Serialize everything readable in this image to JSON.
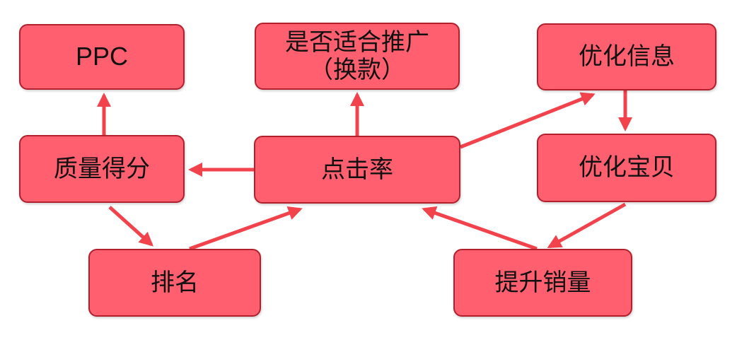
{
  "diagram": {
    "colors": {
      "node_fill": "#ff5f6e",
      "node_border": "#b3202d",
      "arrow": "#f2434c",
      "text": "#111111"
    },
    "nodes": {
      "ppc": "PPC",
      "suit_promote": "是否适合推广\n（换款）",
      "optimize_info": "优化信息",
      "quality_score": "质量得分",
      "ctr": "点击率",
      "optimize_item": "优化宝贝",
      "ranking": "排名",
      "boost_sales": "提升销量"
    },
    "edges": [
      {
        "from": "quality_score",
        "to": "ppc"
      },
      {
        "from": "ctr",
        "to": "suit_promote"
      },
      {
        "from": "ctr",
        "to": "quality_score"
      },
      {
        "from": "ctr",
        "to": "optimize_info"
      },
      {
        "from": "optimize_info",
        "to": "optimize_item"
      },
      {
        "from": "optimize_item",
        "to": "boost_sales"
      },
      {
        "from": "boost_sales",
        "to": "ctr"
      },
      {
        "from": "quality_score",
        "to": "ranking"
      },
      {
        "from": "ranking",
        "to": "ctr"
      }
    ]
  }
}
